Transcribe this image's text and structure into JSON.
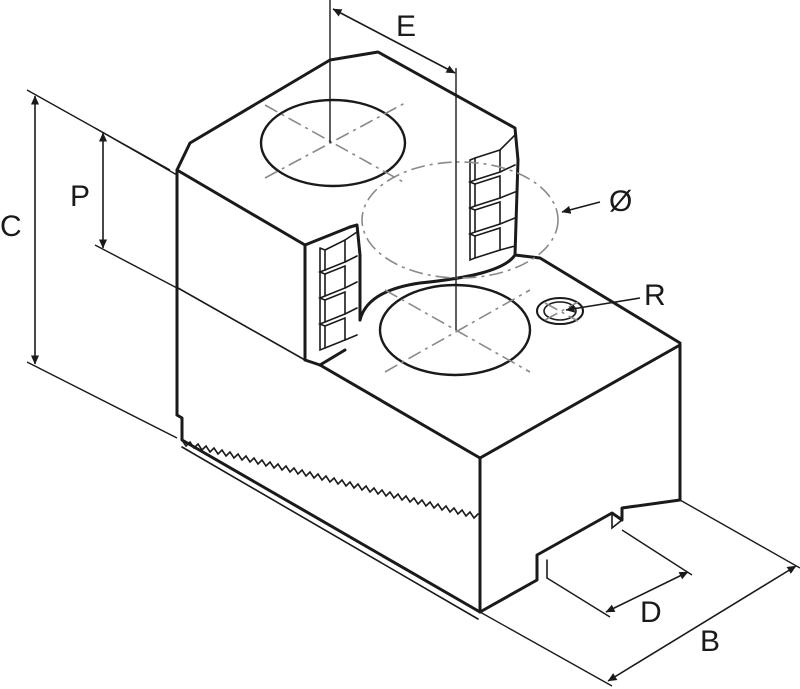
{
  "labels": {
    "e": "E",
    "c": "C",
    "p": "P",
    "diameter": "Ø",
    "r": "R",
    "d": "D",
    "b": "B"
  },
  "colors": {
    "line": "#1a1a1a",
    "centerline": "#8a8a8a",
    "background": "#ffffff"
  }
}
